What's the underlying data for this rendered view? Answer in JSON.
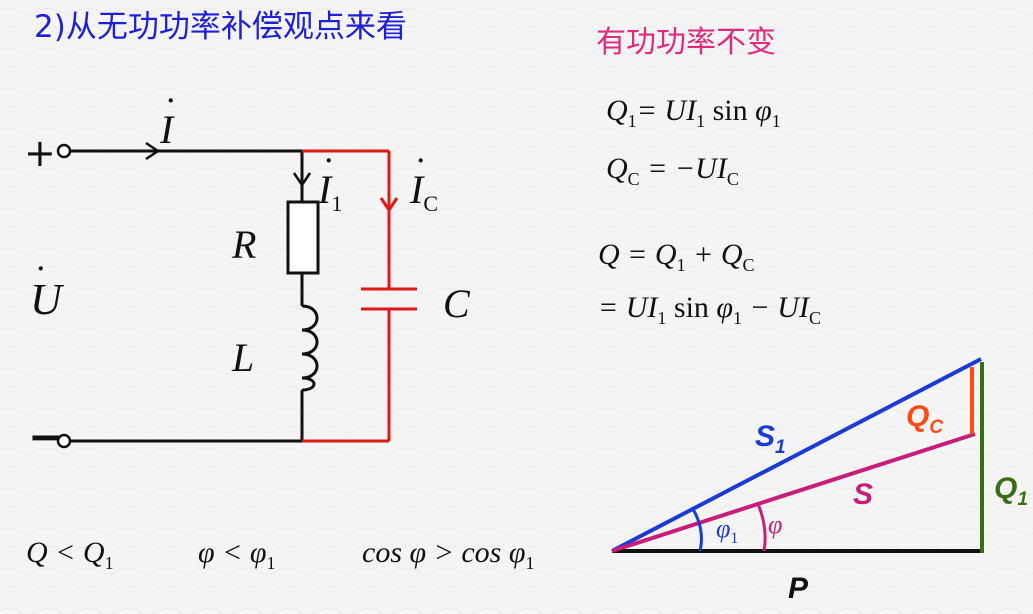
{
  "title": "2)从无功功率补偿观点来看",
  "subtitle": "有功功率不变",
  "equations": {
    "q1": {
      "lhs": "Q",
      "lhs_sub": "1",
      "rhs_a": "= UI",
      "rhs_a_sub": "1",
      "rhs_b": " sin ",
      "rhs_c": "φ",
      "rhs_c_sub": "1"
    },
    "qc": {
      "lhs": "Q",
      "lhs_sub": "C",
      "rhs_a": " = −UI",
      "rhs_a_sub": "C"
    },
    "q": {
      "lhs": "Q",
      "mid": " = Q",
      "mid_sub": "1",
      "plus": " + Q",
      "plus_sub": "C"
    },
    "q_expanded": {
      "a": "= UI",
      "a_sub": "1",
      "b": " sin ",
      "c": "φ",
      "c_sub": "1",
      "d": " − UI",
      "d_sub": "C"
    }
  },
  "circuit": {
    "plus_terminal": "+",
    "minus_terminal": "−",
    "current_total": "I",
    "current_branch1": "I",
    "current_branch1_sub": "1",
    "current_capacitor": "I",
    "current_capacitor_sub": "C",
    "voltage": "U",
    "resistor": "R",
    "inductor": "L",
    "capacitor": "C",
    "colors": {
      "wire": "#111111",
      "capacitor_branch": "#e01818"
    }
  },
  "comparisons": {
    "a": {
      "l": "Q",
      "op": " < Q",
      "sub": "1"
    },
    "b": {
      "l": "φ",
      "op": " < φ",
      "sub": "1"
    },
    "c": {
      "l": "cos φ",
      "op": " > cos φ",
      "sub": "1"
    }
  },
  "triangle": {
    "s1": {
      "label": "S",
      "sub": "1",
      "color": "#1a3bd6"
    },
    "s": {
      "label": "S",
      "color": "#c81e79"
    },
    "qc": {
      "label": "Q",
      "sub": "C",
      "color": "#ff4a12"
    },
    "q1": {
      "label": "Q",
      "sub": "1",
      "color": "#3a6e16"
    },
    "p": {
      "label": "P",
      "color": "#111111"
    },
    "phi1": {
      "label": "φ",
      "sub": "1",
      "color": "#1a3bd6"
    },
    "phi": {
      "label": "φ",
      "color": "#c81e79"
    }
  }
}
